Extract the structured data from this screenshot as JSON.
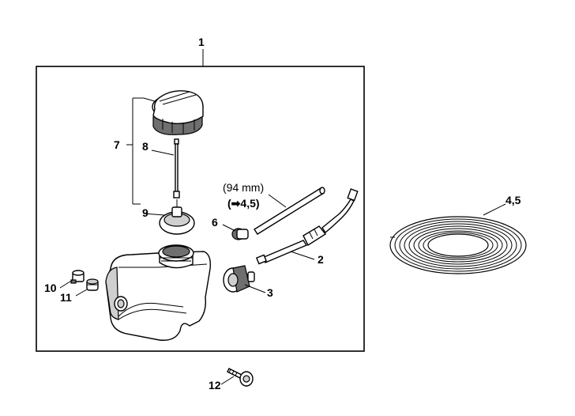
{
  "callouts": {
    "c1": "1",
    "c2": "2",
    "c3": "3",
    "c45": "4,5",
    "c6": "6",
    "c7": "7",
    "c8": "8",
    "c9": "9",
    "c10": "10",
    "c11": "11",
    "c12": "12"
  },
  "note": {
    "length": "(94 mm)",
    "arrow": "➡",
    "ref": "4,5"
  },
  "icons": [
    "fuel-cap",
    "vent-valve-rod",
    "cap-seal",
    "fuel-tank",
    "hose",
    "fuel-line",
    "pickup-filter",
    "grommet",
    "plug",
    "screw",
    "hose-coil"
  ]
}
